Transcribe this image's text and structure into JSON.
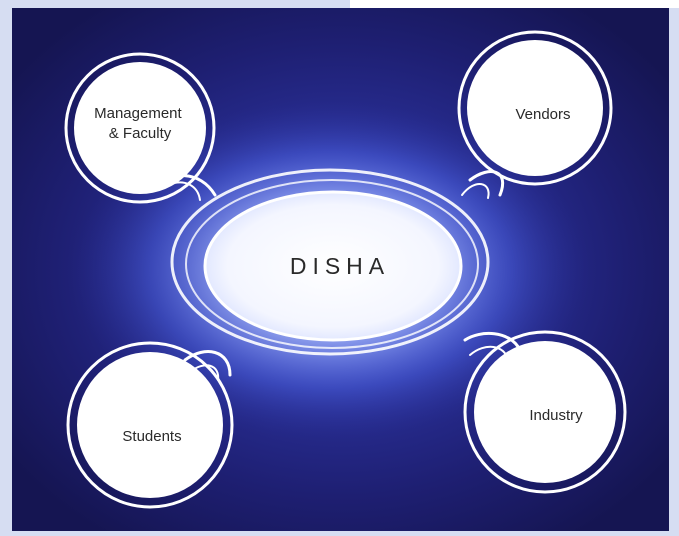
{
  "diagram": {
    "center_label": "DISHA",
    "nodes": [
      {
        "id": "management-faculty",
        "lines": [
          "Management",
          "& Faculty"
        ]
      },
      {
        "id": "vendors",
        "lines": [
          "Vendors"
        ]
      },
      {
        "id": "students",
        "lines": [
          "Students"
        ]
      },
      {
        "id": "industry",
        "lines": [
          "Industry"
        ]
      }
    ]
  },
  "colors": {
    "page_background": "#d6ddf2",
    "panel_dark": "#191a5e",
    "panel_mid": "#2b2f8f",
    "glow_center": "#ffffff",
    "glow_blue": "#6f8cff",
    "bubble_fill": "#ffffff",
    "bubble_stroke": "#ffffff",
    "text": "#2a2a2a"
  }
}
